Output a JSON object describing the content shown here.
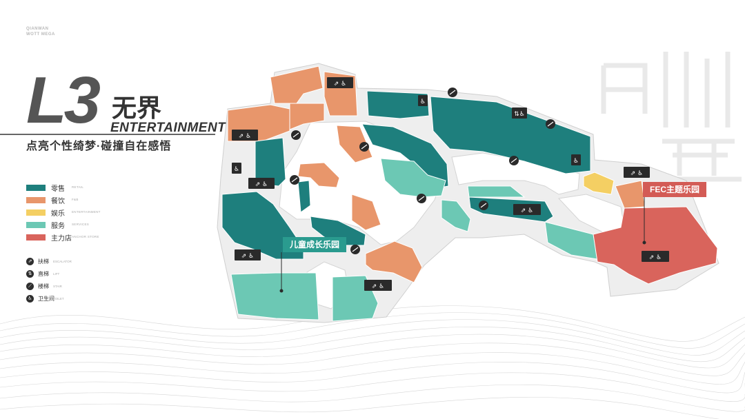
{
  "brand": {
    "line1": "QIANWAN",
    "line2": "WOTT MEGA"
  },
  "level": "L3",
  "zone": {
    "cn": "无界",
    "en": "ENTERTAINMENT"
  },
  "slogan": "点亮个性绮梦·碰撞自在感悟",
  "legend": {
    "categories": [
      {
        "cn": "零售",
        "en": "RETAIL",
        "color": "#1e7f7d"
      },
      {
        "cn": "餐饮",
        "en": "F&B",
        "color": "#e8966b"
      },
      {
        "cn": "娱乐",
        "en": "ENTERTAINMENT",
        "color": "#f4cf63"
      },
      {
        "cn": "服务",
        "en": "SERVICES",
        "color": "#6cc8b4"
      },
      {
        "cn": "主力店",
        "en": "ANCHOR STORE",
        "color": "#d9645c"
      }
    ],
    "facilities": [
      {
        "cn": "扶梯",
        "en": "ESCALATOR",
        "icon": "escalator-icon",
        "glyph": "⇗"
      },
      {
        "cn": "直梯",
        "en": "LIFT",
        "icon": "elevator-icon",
        "glyph": "⇅"
      },
      {
        "cn": "楼梯",
        "en": "STAIR",
        "icon": "stairs-icon",
        "glyph": "⟋"
      },
      {
        "cn": "卫生间",
        "en": "TOILET",
        "icon": "toilet-icon",
        "glyph": "♿"
      }
    ]
  },
  "map_labels": {
    "children": "儿童成长乐园",
    "fec": "FEC主题乐园"
  },
  "colors": {
    "floor": "#eeeeee",
    "corridor": "#dcdcdc",
    "ink": "#333333"
  }
}
